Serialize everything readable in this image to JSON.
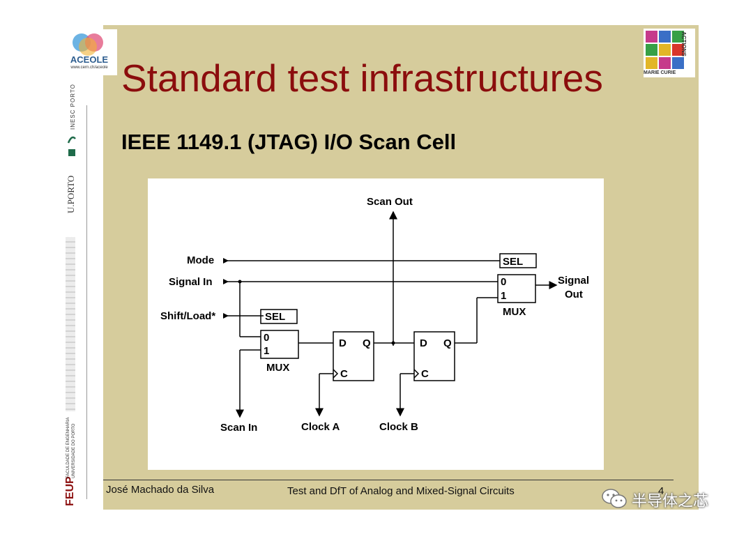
{
  "slide": {
    "title": "Standard test infrastructures",
    "subtitle": "IEEE 1149.1 (JTAG) I/O Scan Cell"
  },
  "logos": {
    "aceole_name": "ACEOLE",
    "aceole_url": "www.cern.ch/aceole",
    "inesc": "INESC PORTO",
    "uporto": "U.PORTO",
    "feup": "FEUP",
    "feup_sub1": "FACULDADE DE ENGENHARIA",
    "feup_sub2": "UNIVERSIDADE DO PORTO",
    "marie_curie": "MARIE CURIE",
    "actions": "ACTIONS"
  },
  "diagram": {
    "labels": {
      "scan_out": "Scan Out",
      "mode": "Mode",
      "signal_in": "Signal In",
      "shift_load": "Shift/Load*",
      "scan_in": "Scan In",
      "clock_a": "Clock A",
      "clock_b": "Clock B",
      "signal_out_1": "Signal",
      "signal_out_2": "Out",
      "mux1_sel": "SEL",
      "mux1_in0": "0",
      "mux1_in1": "1",
      "mux1_name": "MUX",
      "mux2_sel": "SEL",
      "mux2_in0": "0",
      "mux2_in1": "1",
      "mux2_name": "MUX",
      "ffa_d": "D",
      "ffa_q": "Q",
      "ffa_c": "C",
      "ffb_d": "D",
      "ffb_q": "Q",
      "ffb_c": "C"
    }
  },
  "footer": {
    "author": "José Machado da Silva",
    "course": "Test and DfT of Analog and Mixed-Signal Circuits",
    "page": "4"
  },
  "watermark": {
    "text": "半导体之芯"
  },
  "colors": {
    "slide_bg": "#d6cc9c",
    "title": "#8b0d0d"
  }
}
